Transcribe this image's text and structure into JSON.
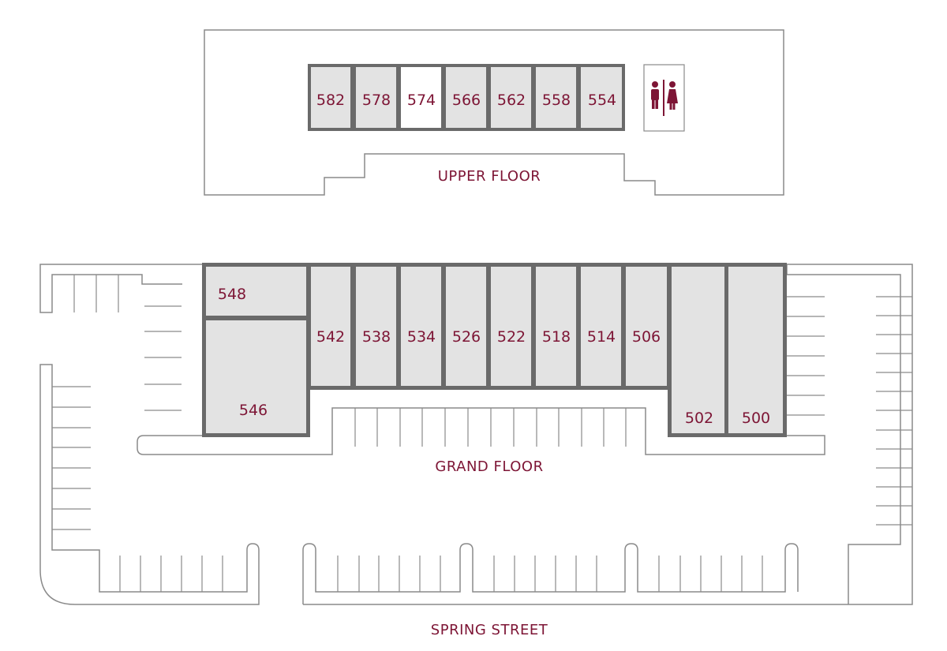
{
  "labels": {
    "upper_floor": "UPPER FLOOR",
    "grand_floor": "GRAND FLOOR",
    "street": "SPRING STREET"
  },
  "colors": {
    "unit_fill": "#e3e3e3",
    "unit_available_fill": "#ffffff",
    "unit_border": "#6a6a6a",
    "accent": "#7d1535",
    "outline": "#8a8a8a"
  },
  "restroom": {
    "icon": "restroom-icon"
  },
  "upper_units": [
    {
      "id": "582",
      "available": false
    },
    {
      "id": "578",
      "available": false
    },
    {
      "id": "574",
      "available": true
    },
    {
      "id": "566",
      "available": false
    },
    {
      "id": "562",
      "available": false
    },
    {
      "id": "558",
      "available": false
    },
    {
      "id": "554",
      "available": false
    }
  ],
  "grand_units": [
    {
      "id": "548"
    },
    {
      "id": "546"
    },
    {
      "id": "542"
    },
    {
      "id": "538"
    },
    {
      "id": "534"
    },
    {
      "id": "526"
    },
    {
      "id": "522"
    },
    {
      "id": "518"
    },
    {
      "id": "514"
    },
    {
      "id": "506"
    },
    {
      "id": "502"
    },
    {
      "id": "500"
    }
  ]
}
